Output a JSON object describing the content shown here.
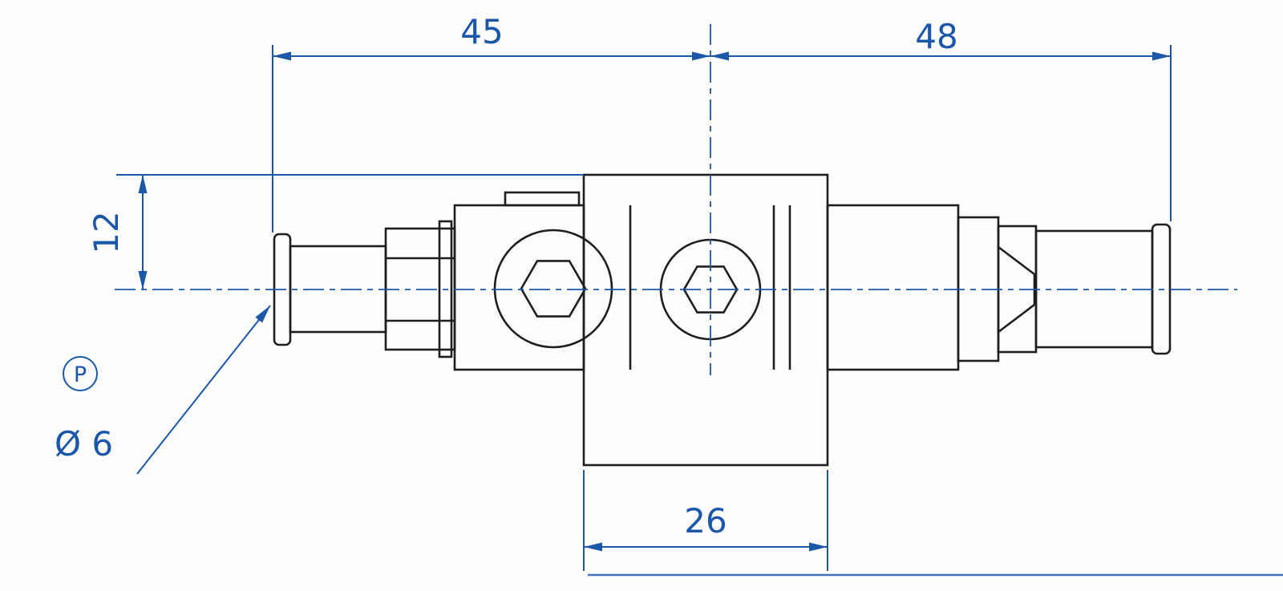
{
  "colors": {
    "dimension_blue": "#1b57a8",
    "outline_black": "#1d1e20",
    "background": "#fdfdfd",
    "page_rule_blue": "#3f74b5"
  },
  "dimensions": {
    "left_span": "45",
    "right_span": "48",
    "height_offset": "12",
    "bottom_width": "26"
  },
  "callouts": {
    "tube_diameter": "Ø 6",
    "port": "P"
  }
}
